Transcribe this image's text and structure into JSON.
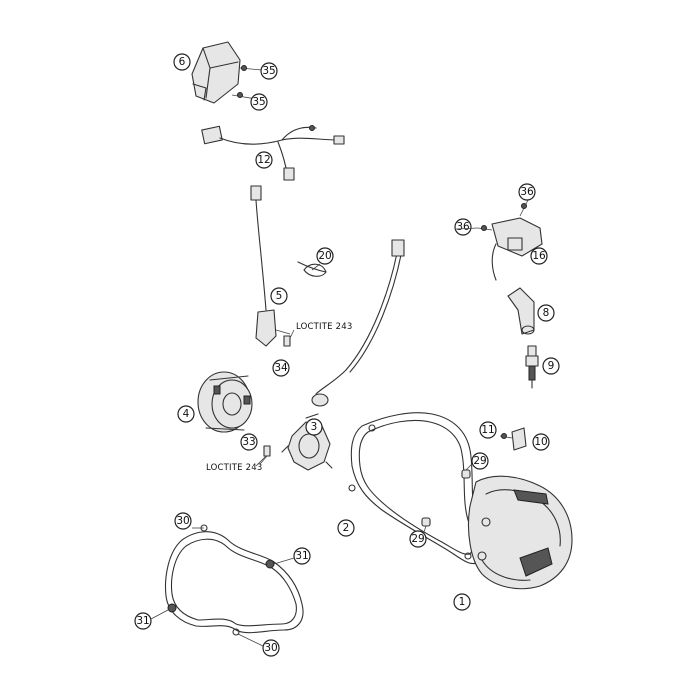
{
  "callouts": {
    "c1": "1",
    "c2": "2",
    "c3": "3",
    "c4": "4",
    "c5": "5",
    "c6": "6",
    "c8": "8",
    "c9": "9",
    "c10": "10",
    "c11": "11",
    "c12": "12",
    "c16": "16",
    "c20": "20",
    "c29a": "29",
    "c29b": "29",
    "c30a": "30",
    "c30b": "30",
    "c31a": "31",
    "c31b": "31",
    "c33": "33",
    "c34": "34",
    "c35a": "35",
    "c35b": "35",
    "c36a": "36",
    "c36b": "36"
  },
  "notes": {
    "loctite_upper": "LOCTITE 243",
    "loctite_lower": "LOCTITE 243"
  }
}
